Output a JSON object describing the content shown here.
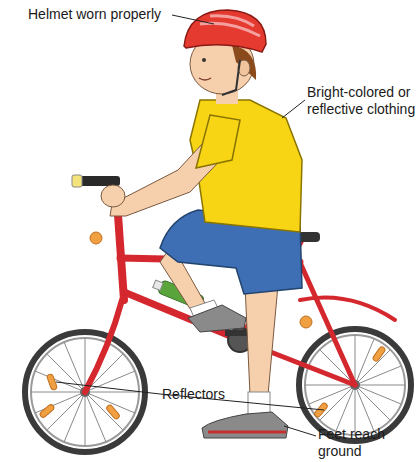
{
  "diagram": {
    "labels": [
      "Helmet worn properly",
      "Bright-colored or reflective clothing",
      "Reflectors",
      "Feet reach ground"
    ]
  }
}
